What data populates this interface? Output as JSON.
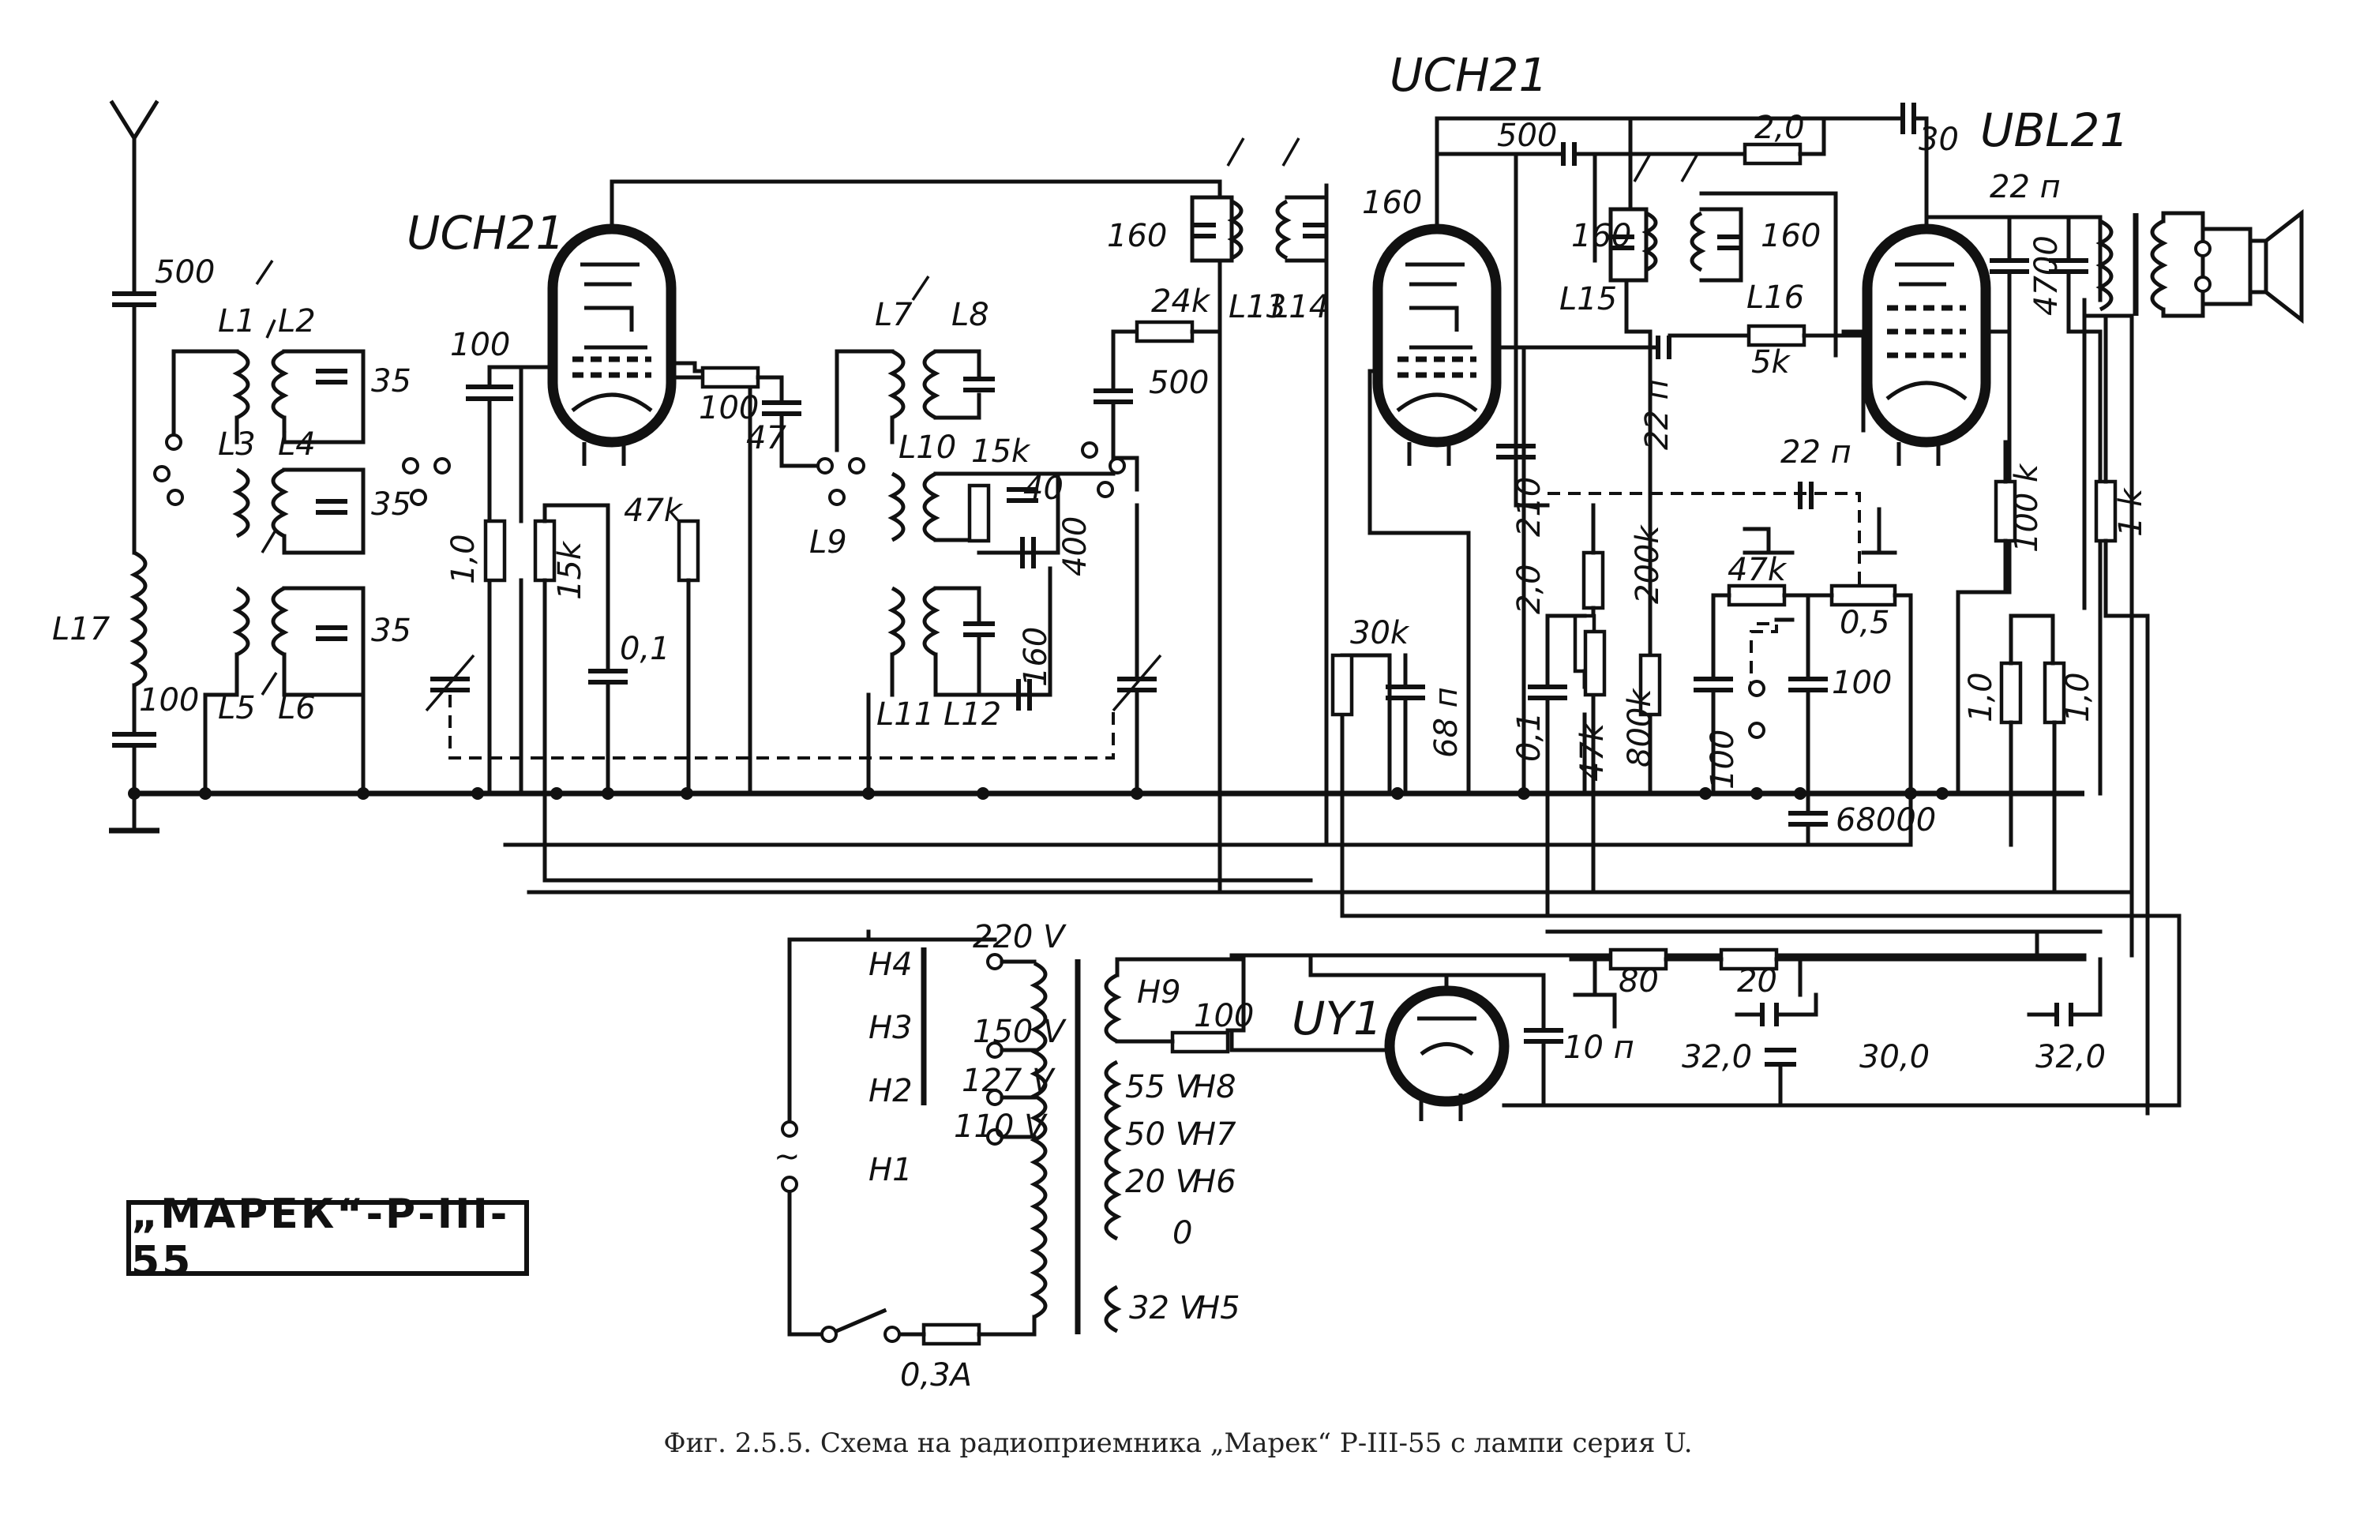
{
  "model_label": "„МАРЕК“-Р-III-55",
  "caption": "Фиг. 2.5.5. Схема на радиоприемника „Марек“ Р-III-55 с лампи серия U.",
  "tubes": {
    "converter": "UCH21",
    "if_amplifier": "UCH21",
    "output": "UBL21",
    "rectifier": "UY1"
  },
  "inductors": {
    "L1": "L1",
    "L2": "L2",
    "L3": "L3",
    "L4": "L4",
    "L5": "L5",
    "L6": "L6",
    "L7": "L7",
    "L8": "L8",
    "L9": "L9",
    "L10": "L10",
    "L11": "L11",
    "L12": "L12",
    "L13": "L13",
    "L14": "L14",
    "L15": "L15",
    "L16": "L16",
    "L17": "L17"
  },
  "component_values": {
    "c_ant_500": "500",
    "c_ant_100": "100",
    "c_35_a": "35",
    "c_35_b": "35",
    "c_35_c": "35",
    "c_grid_100": "100",
    "r_1_0": "1,0",
    "r_15k": "15k",
    "r_47k": "47k",
    "c_0_1": "0,1",
    "r_100": "100",
    "c_47": "47",
    "c_15k": "15k",
    "c_40": "40",
    "c_400": "400",
    "c_160_osc": "160",
    "c_500_osc": "500",
    "r_24k": "24k",
    "c_160_if1a": "160",
    "c_160_if1b": "160",
    "c_500_top": "500",
    "r_2_0_top": "2,0",
    "c_30": "30",
    "c_160_if2a": "160",
    "c_160_if2b": "160",
    "r_5k": "5k",
    "c_22p_a": "22 п",
    "c_22p_b": "22 п",
    "c_22p_c": "22 п",
    "c_4700": "4700",
    "r_100k": "100 k",
    "r_1k": "1 k",
    "c_210": "210",
    "r_2_0": "2,0",
    "r_200k": "200k",
    "r_47k_b": "47k",
    "pot_0_5": "0,5",
    "c_100_b": "100",
    "c_100_c": "100",
    "r_30k": "30k",
    "c_68p": "68 п",
    "c_0_1_b": "0,1",
    "r_47k_c": "47k",
    "r_800k": "800k",
    "r_1_0_b": "1,0",
    "r_1_0_c": "1,0",
    "c_68000": "68000",
    "r_80": "80",
    "r_20": "20",
    "c_32_a": "32,0",
    "c_30_0": "30,0",
    "c_32_b": "32,0",
    "c_10n": "10 п",
    "r_100_h": "100",
    "fuse": "0,3A"
  },
  "transformer": {
    "taps": [
      "220 V",
      "150 V",
      "127 V",
      "110 V"
    ],
    "primary_heater_labels": [
      "H4",
      "H3",
      "H2",
      "H1"
    ],
    "secondary": [
      {
        "voltage": "55 V",
        "label": "H8"
      },
      {
        "voltage": "50 V",
        "label": "H7"
      },
      {
        "voltage": "20 V",
        "label": "H6"
      },
      {
        "voltage": "0",
        "label": ""
      },
      {
        "voltage": "32 V",
        "label": "H5"
      }
    ],
    "h9": "H9",
    "mains_symbol": "~"
  }
}
